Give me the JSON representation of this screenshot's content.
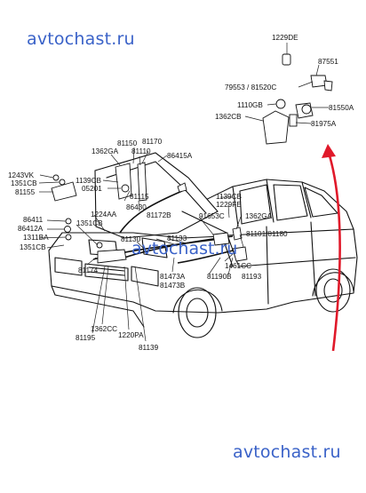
{
  "watermark": {
    "top": "avtochast.ru",
    "center": "avtochast.ru",
    "bottom": "avtochast.ru"
  },
  "accent_colors": {
    "watermark": "#3a62c8",
    "arrow": "#e0192a"
  },
  "labels": {
    "p1229DE": "1229DE",
    "p87551": "87551",
    "p79553": "79553 / 81520C",
    "p1110GB": "1110GB",
    "p81550A": "81550A",
    "p1362CB_top": "1362CB",
    "p81975A": "81975A",
    "p81150": "81150",
    "p81170": "81170",
    "p1362GA_left": "1362GA",
    "p81110": "81110",
    "p86415A": "86415A",
    "p1243VK": "1243VK",
    "p1351CB_a": "1351CB",
    "p81155": "81155",
    "p1139CB_left": "1139CB",
    "p05201": "05201",
    "p81115": "81115",
    "p86430": "86430",
    "p1139CB_right": "1139CB",
    "p1229FE": "1229FE",
    "p1224AA": "1224AA",
    "p86411": "86411",
    "p1351CB_b": "1351CB",
    "p81172B": "81172B",
    "p91653C": "91653C",
    "p1362GA_right": "1362GA",
    "p86412A": "86412A",
    "p1311BA": "1311BA",
    "p1351CB_c": "1351CB",
    "p81130": "81130",
    "p81133": "81133",
    "p81101": "81101/81180",
    "p81174": "81174",
    "p1461CC": "1461CC",
    "p81473A": "81473A",
    "p81473B": "81473B",
    "p81190B": "81190B",
    "p81193": "81193",
    "p1362CC": "1362CC",
    "p81195": "81195",
    "p1220PA": "1220PA",
    "p81139": "81139"
  }
}
